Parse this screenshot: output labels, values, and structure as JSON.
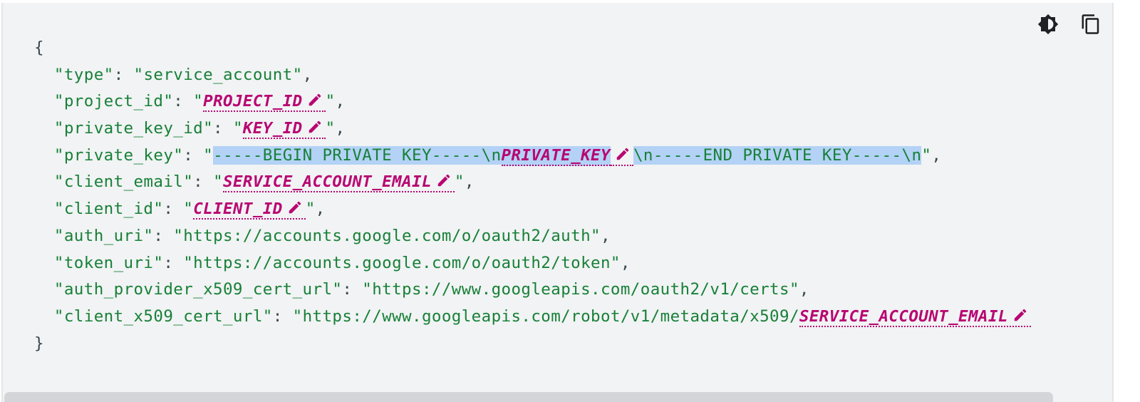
{
  "toolbar": {
    "theme_toggle_icon": "brightness-contrast-icon",
    "copy_icon": "content-copy-icon"
  },
  "colors": {
    "background": "#f1f3f4",
    "string": "#188038",
    "placeholder": "#b80672",
    "selection": "#b3d2f6",
    "punctuation": "#37474f"
  },
  "code": {
    "open_brace": "{",
    "close_brace": "}",
    "lines": [
      {
        "key": "\"type\"",
        "value": "\"service_account\""
      },
      {
        "key": "\"project_id\"",
        "prefix": "\"",
        "placeholder": "PROJECT_ID",
        "suffix": "\""
      },
      {
        "key": "\"private_key_id\"",
        "prefix": "\"",
        "placeholder": "KEY_ID",
        "suffix": "\""
      },
      {
        "key": "\"private_key\"",
        "prefix": "\"",
        "selected_before": "-----BEGIN PRIVATE KEY-----\\n",
        "placeholder": "PRIVATE_KEY",
        "selected_after": "\\n-----END PRIVATE KEY-----\\n",
        "suffix": "\""
      },
      {
        "key": "\"client_email\"",
        "prefix": "\"",
        "placeholder": "SERVICE_ACCOUNT_EMAIL",
        "suffix": "\""
      },
      {
        "key": "\"client_id\"",
        "prefix": "\"",
        "placeholder": "CLIENT_ID",
        "suffix": "\""
      },
      {
        "key": "\"auth_uri\"",
        "value": "\"https://accounts.google.com/o/oauth2/auth\""
      },
      {
        "key": "\"token_uri\"",
        "value": "\"https://accounts.google.com/o/oauth2/token\""
      },
      {
        "key": "\"auth_provider_x509_cert_url\"",
        "value": "\"https://www.googleapis.com/oauth2/v1/certs\""
      },
      {
        "key": "\"client_x509_cert_url\"",
        "prefix": "\"https://www.googleapis.com/robot/v1/metadata/x509/",
        "placeholder": "SERVICE_ACCOUNT_EMAIL"
      }
    ]
  }
}
